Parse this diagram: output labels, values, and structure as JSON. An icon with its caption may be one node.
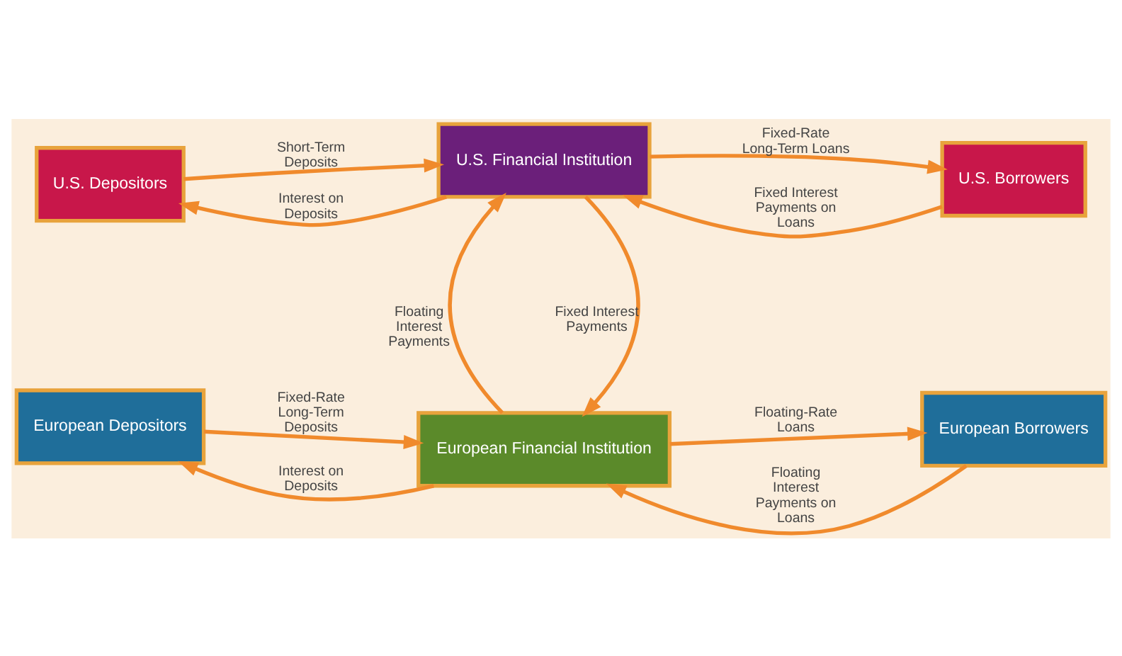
{
  "diagram": {
    "nodes": [
      {
        "text": [
          "U.S. Depositors"
        ]
      },
      {
        "text": [
          "U.S. Financial Institution"
        ]
      },
      {
        "text": [
          "U.S. Borrowers"
        ]
      },
      {
        "text": [
          "European Depositors"
        ]
      },
      {
        "text": [
          "European Financial Institution"
        ]
      },
      {
        "text": [
          "European Borrowers"
        ]
      }
    ],
    "edges": [
      {
        "from": 0,
        "to": 1,
        "arrow": "to",
        "label": "Short-Term Deposits"
      },
      {
        "from": 1,
        "to": 0,
        "arrow": "to",
        "label": "Interest on Deposits"
      },
      {
        "from": 1,
        "to": 2,
        "arrow": "to",
        "label": "Fixed-Rate Long-Term Loans"
      },
      {
        "from": 2,
        "to": 1,
        "arrow": "to",
        "label": "Fixed Interest Payments on Loans"
      },
      {
        "from": 1,
        "to": 4,
        "arrow": "to",
        "label": "Fixed Interest Payments"
      },
      {
        "from": 4,
        "to": 1,
        "arrow": "to",
        "label": "Floating Interest Payments"
      },
      {
        "from": 3,
        "to": 4,
        "arrow": "to",
        "label": "Fixed-Rate Long-Term Deposits"
      },
      {
        "from": 4,
        "to": 3,
        "arrow": "to",
        "label": "Interest on Deposits"
      },
      {
        "from": 4,
        "to": 5,
        "arrow": "to",
        "label": "Floating-Rate Loans"
      },
      {
        "from": 5,
        "to": 4,
        "arrow": "to",
        "label": "Floating Interest Payments on Loans"
      }
    ]
  }
}
